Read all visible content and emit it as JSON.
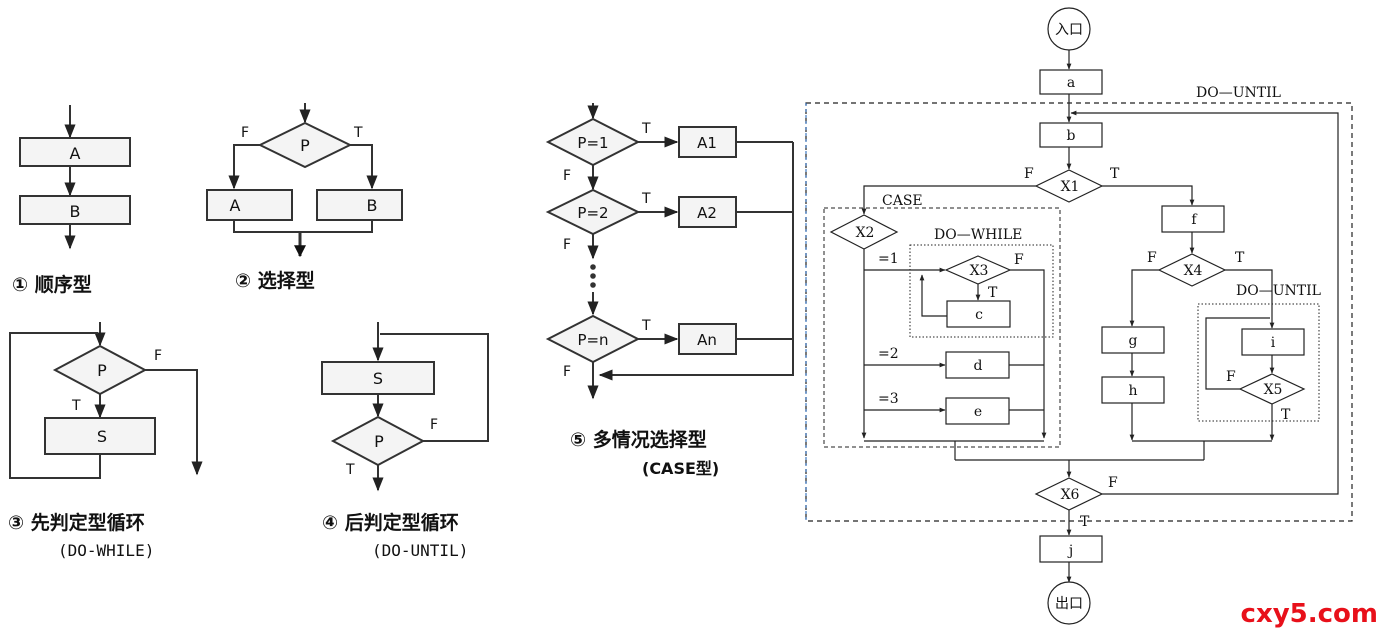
{
  "theme": {
    "line": "#222222",
    "box_fill": "#f4f4f4",
    "watermark_color": "#e8101a",
    "frame_color": "#1a5fb4"
  },
  "left_panel": {
    "fig1": {
      "box_a": "A",
      "box_b": "B",
      "caption": "① 顺序型"
    },
    "fig2": {
      "cond": "P",
      "f": "F",
      "t": "T",
      "box_a": "A",
      "box_b": "B",
      "caption": "② 选择型"
    },
    "fig3": {
      "cond": "P",
      "f": "F",
      "t": "T",
      "body": "S",
      "caption": "③ 先判定型循环",
      "subcaption": "(DO-WHILE)"
    },
    "fig4": {
      "body": "S",
      "cond": "P",
      "f": "F",
      "t": "T",
      "caption": "④ 后判定型循环",
      "subcaption": "(DO-UNTIL)"
    },
    "fig5": {
      "cases": [
        {
          "cond": "P=1",
          "action": "A1"
        },
        {
          "cond": "P=2",
          "action": "A2"
        },
        {
          "cond": "P=n",
          "action": "An"
        }
      ],
      "t": "T",
      "f": "F",
      "caption": "⑤ 多情况选择型",
      "subcaption": "(CASE型)"
    }
  },
  "right_panel": {
    "entry": "入口",
    "exit": "出口",
    "box_a": "a",
    "box_b": "b",
    "box_c": "c",
    "box_d": "d",
    "box_e": "e",
    "box_f": "f",
    "box_g": "g",
    "box_h": "h",
    "box_i": "i",
    "box_j": "j",
    "x1": "X1",
    "x2": "X2",
    "x3": "X3",
    "x4": "X4",
    "x5": "X5",
    "x6": "X6",
    "t": "T",
    "f": "F",
    "do_until_outer": "DO—UNTIL",
    "do_while": "DO—WHILE",
    "do_until_inner": "DO—UNTIL",
    "case": "CASE",
    "eq1": "=1",
    "eq2": "=2",
    "eq3": "=3"
  },
  "watermark": "cxy5.com"
}
